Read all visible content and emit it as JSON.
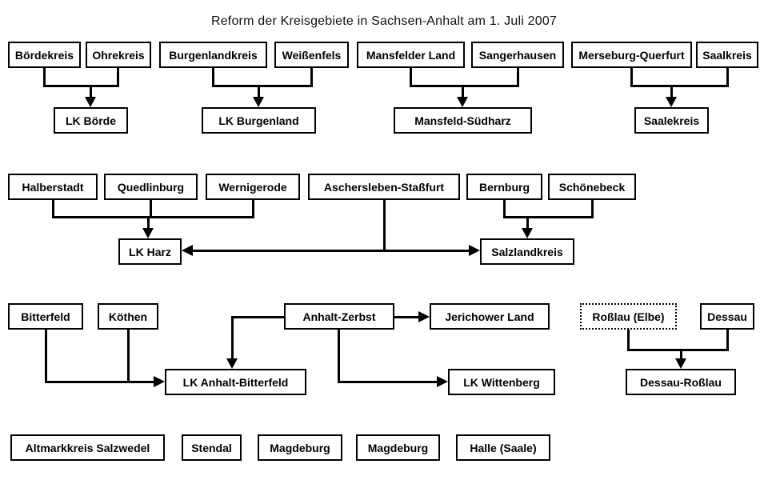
{
  "title": "Reform der Kreisgebiete in Sachsen-Anhalt am 1. Juli 2007",
  "colors": {
    "line": "#000000",
    "background": "#ffffff",
    "text": "#000000"
  },
  "nodes": {
    "boerdekreis": {
      "label": "Bördekreis"
    },
    "ohrekreis": {
      "label": "Ohrekreis"
    },
    "burgenlandkreis": {
      "label": "Burgenlandkreis"
    },
    "weissenfels": {
      "label": "Weißenfels"
    },
    "mansfelder_land": {
      "label": "Mansfelder Land"
    },
    "sangerhausen": {
      "label": "Sangerhausen"
    },
    "merseburg_querfurt": {
      "label": "Merseburg-Querfurt"
    },
    "saalkreis": {
      "label": "Saalkreis"
    },
    "lk_boerde": {
      "label": "LK Börde"
    },
    "lk_burgenland": {
      "label": "LK Burgenland"
    },
    "mansfeld_suedharz": {
      "label": "Mansfeld-Südharz"
    },
    "saalekreis": {
      "label": "Saalekreis"
    },
    "halberstadt": {
      "label": "Halberstadt"
    },
    "quedlinburg": {
      "label": "Quedlinburg"
    },
    "wernigerode": {
      "label": "Wernigerode"
    },
    "aschersleben_stassfurt": {
      "label": "Aschersleben-Staßfurt"
    },
    "bernburg": {
      "label": "Bernburg"
    },
    "schoenebeck": {
      "label": "Schönebeck"
    },
    "lk_harz": {
      "label": "LK Harz"
    },
    "salzlandkreis": {
      "label": "Salzlandkreis"
    },
    "bitterfeld": {
      "label": "Bitterfeld"
    },
    "koethen": {
      "label": "Köthen"
    },
    "anhalt_zerbst": {
      "label": "Anhalt-Zerbst"
    },
    "jerichower_land": {
      "label": "Jerichower Land"
    },
    "rosslau_elbe": {
      "label": "Roßlau (Elbe)"
    },
    "dessau": {
      "label": "Dessau"
    },
    "lk_anhalt_bitterfeld": {
      "label": "LK Anhalt-Bitterfeld"
    },
    "lk_wittenberg": {
      "label": "LK Wittenberg"
    },
    "dessau_rosslau": {
      "label": "Dessau-Roßlau"
    },
    "altmarkkreis_salzwedel": {
      "label": "Altmarkkreis Salzwedel"
    },
    "stendal": {
      "label": "Stendal"
    },
    "magdeburg_1": {
      "label": "Magdeburg"
    },
    "magdeburg_2": {
      "label": "Magdeburg"
    },
    "halle_saale": {
      "label": "Halle (Saale)"
    }
  },
  "merges": [
    {
      "sources": [
        "boerdekreis",
        "ohrekreis"
      ],
      "target": "lk_boerde"
    },
    {
      "sources": [
        "burgenlandkreis",
        "weissenfels"
      ],
      "target": "lk_burgenland"
    },
    {
      "sources": [
        "mansfelder_land",
        "sangerhausen"
      ],
      "target": "mansfeld_suedharz"
    },
    {
      "sources": [
        "merseburg_querfurt",
        "saalkreis"
      ],
      "target": "saalekreis"
    },
    {
      "sources": [
        "halberstadt",
        "quedlinburg",
        "wernigerode",
        "aschersleben_stassfurt"
      ],
      "target": "lk_harz"
    },
    {
      "sources": [
        "aschersleben_stassfurt",
        "bernburg",
        "schoenebeck"
      ],
      "target": "salzlandkreis"
    },
    {
      "sources": [
        "bitterfeld",
        "koethen",
        "anhalt_zerbst"
      ],
      "target": "lk_anhalt_bitterfeld"
    },
    {
      "sources": [
        "anhalt_zerbst"
      ],
      "target": "jerichower_land"
    },
    {
      "sources": [
        "anhalt_zerbst"
      ],
      "target": "lk_wittenberg"
    },
    {
      "sources": [
        "rosslau_elbe",
        "dessau"
      ],
      "target": "dessau_rosslau"
    }
  ],
  "unchanged": [
    "altmarkkreis_salzwedel",
    "stendal",
    "magdeburg_1",
    "magdeburg_2",
    "halle_saale"
  ]
}
